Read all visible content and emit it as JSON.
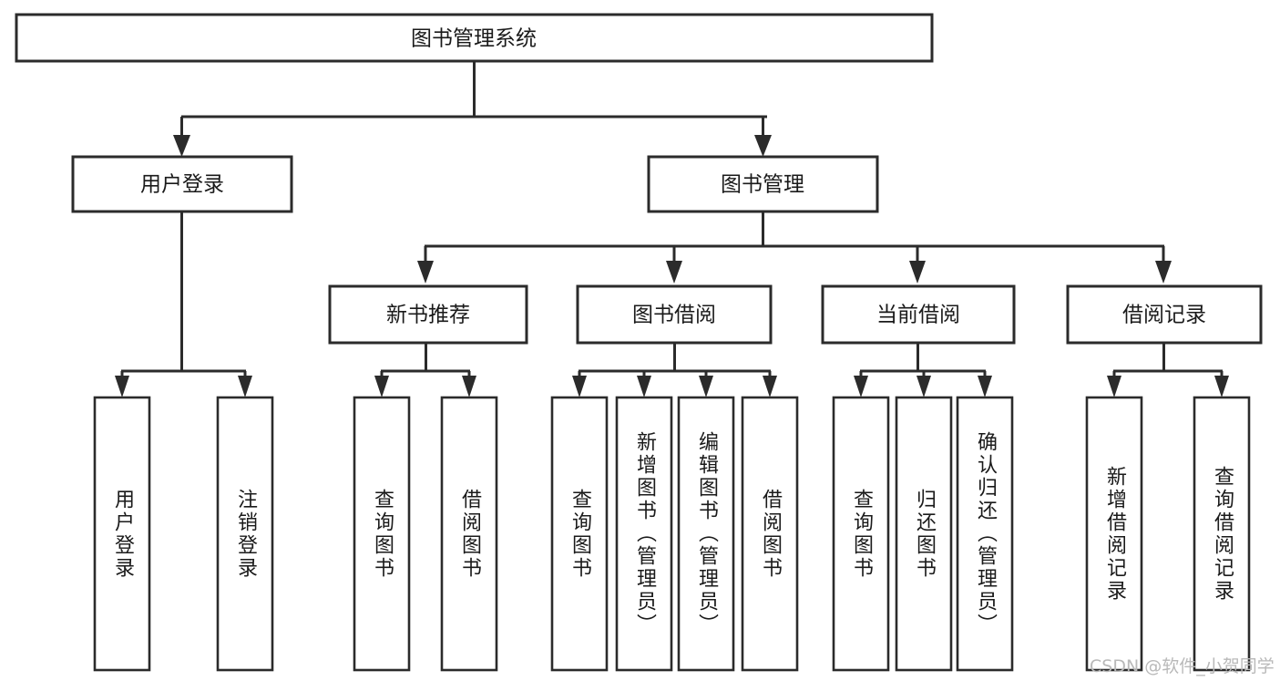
{
  "diagram": {
    "type": "tree-hierarchy",
    "title": "图书管理系统",
    "orientation": "top-down",
    "colors": {
      "box_stroke": "#2b2b2b",
      "box_fill": "#ffffff",
      "connector": "#2b2b2b",
      "text": "#1a1a1a",
      "background": "#ffffff",
      "watermark": "#b9b9b9"
    },
    "nodes": {
      "root": {
        "label": "图书管理系统",
        "level": 1,
        "orientation": "horizontal"
      },
      "l2": [
        {
          "label": "用户登录",
          "level": 2,
          "orientation": "horizontal"
        },
        {
          "label": "图书管理",
          "level": 2,
          "orientation": "horizontal"
        }
      ],
      "l3": [
        {
          "label": "新书推荐",
          "level": 3,
          "orientation": "horizontal",
          "parent": "图书管理"
        },
        {
          "label": "图书借阅",
          "level": 3,
          "orientation": "horizontal",
          "parent": "图书管理"
        },
        {
          "label": "当前借阅",
          "level": 3,
          "orientation": "horizontal",
          "parent": "图书管理"
        },
        {
          "label": "借阅记录",
          "level": 3,
          "orientation": "horizontal",
          "parent": "图书管理"
        }
      ],
      "leaves": [
        {
          "label": "用户登录",
          "parent": "用户登录",
          "orientation": "vertical"
        },
        {
          "label": "注销登录",
          "parent": "用户登录",
          "orientation": "vertical"
        },
        {
          "label": "查询图书",
          "parent": "新书推荐",
          "orientation": "vertical"
        },
        {
          "label": "借阅图书",
          "parent": "新书推荐",
          "orientation": "vertical"
        },
        {
          "label": "查询图书",
          "parent": "图书借阅",
          "orientation": "vertical"
        },
        {
          "label": "新增图书（管理员）",
          "parent": "图书借阅",
          "orientation": "vertical"
        },
        {
          "label": "编辑图书（管理员）",
          "parent": "图书借阅",
          "orientation": "vertical"
        },
        {
          "label": "借阅图书",
          "parent": "图书借阅",
          "orientation": "vertical"
        },
        {
          "label": "查询图书",
          "parent": "当前借阅",
          "orientation": "vertical"
        },
        {
          "label": "归还图书",
          "parent": "当前借阅",
          "orientation": "vertical"
        },
        {
          "label": "确认归还（管理员）",
          "parent": "当前借阅",
          "orientation": "vertical"
        },
        {
          "label": "新增借阅记录",
          "parent": "借阅记录",
          "orientation": "vertical"
        },
        {
          "label": "查询借阅记录",
          "parent": "借阅记录",
          "orientation": "vertical"
        }
      ]
    }
  },
  "watermark": {
    "text": "CSDN @软件_小贺同学"
  }
}
